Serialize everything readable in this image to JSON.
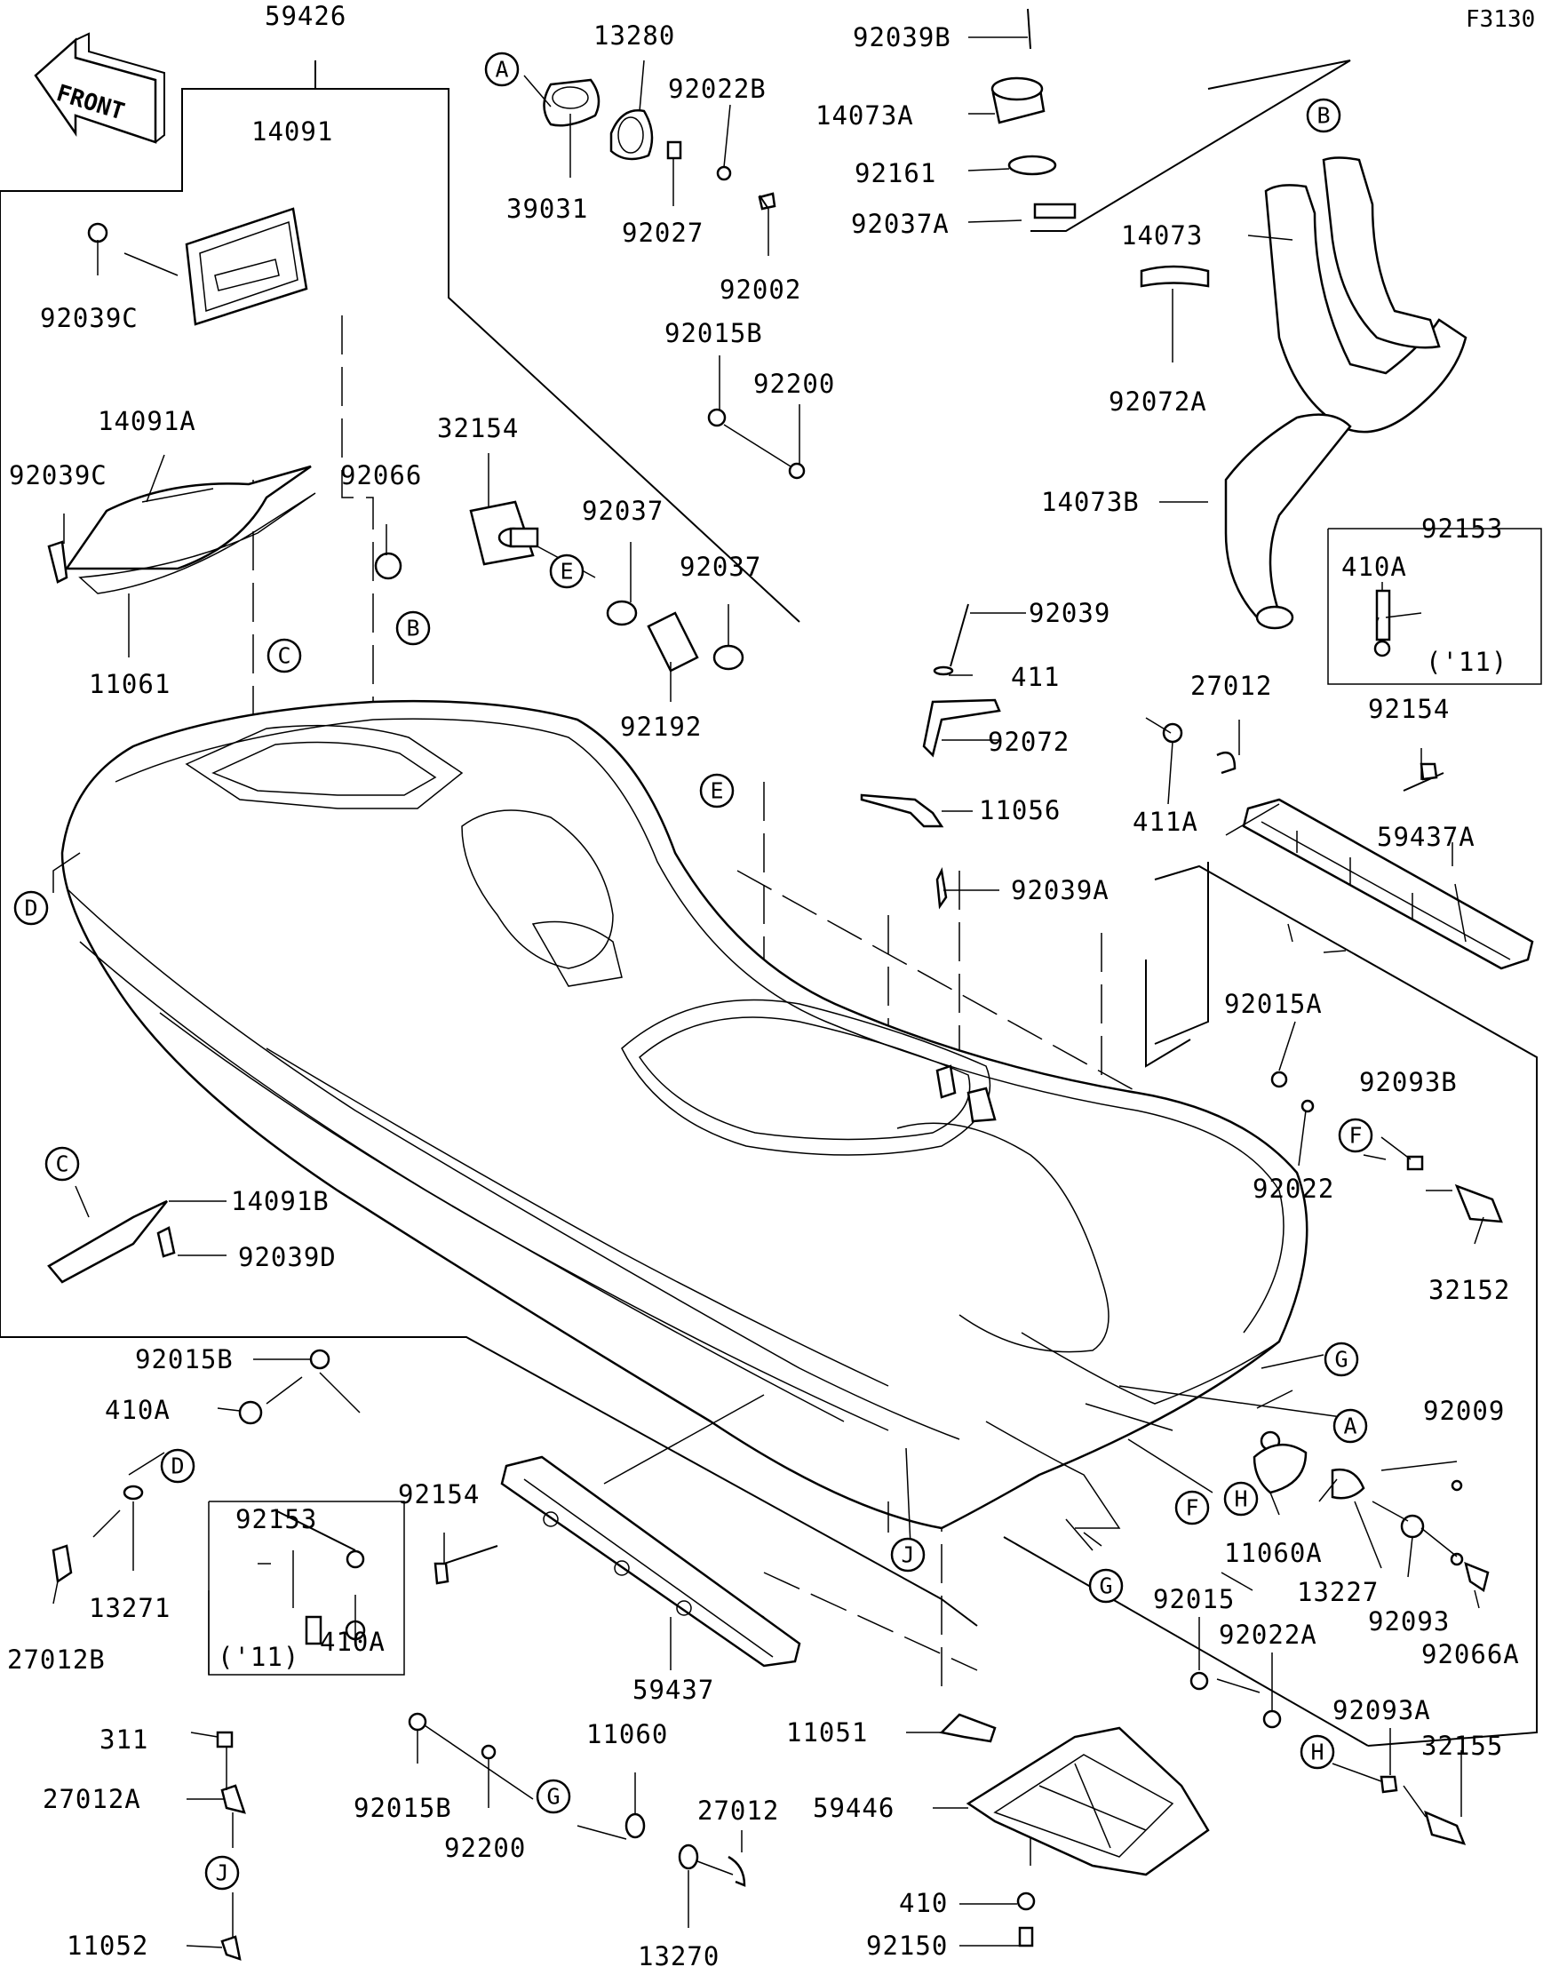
{
  "diagram_code": "F3130",
  "front_label": "FRONT",
  "callouts": {
    "A": "A",
    "B": "B",
    "C": "C",
    "D": "D",
    "E": "E",
    "F": "F",
    "G": "G",
    "H": "H",
    "J": "J"
  },
  "parts": {
    "p59426": "59426",
    "p14091": "14091",
    "p92039C_1": "92039C",
    "p14091A": "14091A",
    "p92039C_2": "92039C",
    "p11061": "11061",
    "p92066": "92066",
    "p32154": "32154",
    "p92037_1": "92037",
    "p92037_2": "92037",
    "p92192": "92192",
    "p39031": "39031",
    "p13280": "13280",
    "p92022B": "92022B",
    "p92027": "92027",
    "p92002": "92002",
    "p92015B_1": "92015B",
    "p92200_1": "92200",
    "p92039B": "92039B",
    "p14073A": "14073A",
    "p92161": "92161",
    "p92037A": "92037A",
    "p14073": "14073",
    "p92072A": "92072A",
    "p14073B": "14073B",
    "p410A_1": "410A",
    "p92153_1": "92153",
    "p11_1": "('11)",
    "p92039": "92039",
    "p411": "411",
    "p92072": "92072",
    "p11056": "11056",
    "p92039A": "92039A",
    "p27012_1": "27012",
    "p411A": "411A",
    "p92154_1": "92154",
    "p59437A": "59437A",
    "p92015A": "92015A",
    "p92093B": "92093B",
    "p92022": "92022",
    "p32152": "32152",
    "p14091B": "14091B",
    "p92039D": "92039D",
    "p92015B_2": "92015B",
    "p410A_2": "410A",
    "p13271": "13271",
    "p27012B": "27012B",
    "p92153_2": "92153",
    "p11_2": "('11)",
    "p410A_3": "410A",
    "p92154_2": "92154",
    "p59437": "59437",
    "p92009": "92009",
    "p11060A": "11060A",
    "p13227": "13227",
    "p92093": "92093",
    "p92066A": "92066A",
    "p92015": "92015",
    "p92022A": "92022A",
    "p92093A": "92093A",
    "p32155": "32155",
    "p311": "311",
    "p27012A": "27012A",
    "p11052": "11052",
    "p92015B_3": "92015B",
    "p92200_2": "92200",
    "p11060": "11060",
    "p27012_2": "27012",
    "p13270": "13270",
    "p11051": "11051",
    "p59446": "59446",
    "p410": "410",
    "p92150": "92150"
  }
}
